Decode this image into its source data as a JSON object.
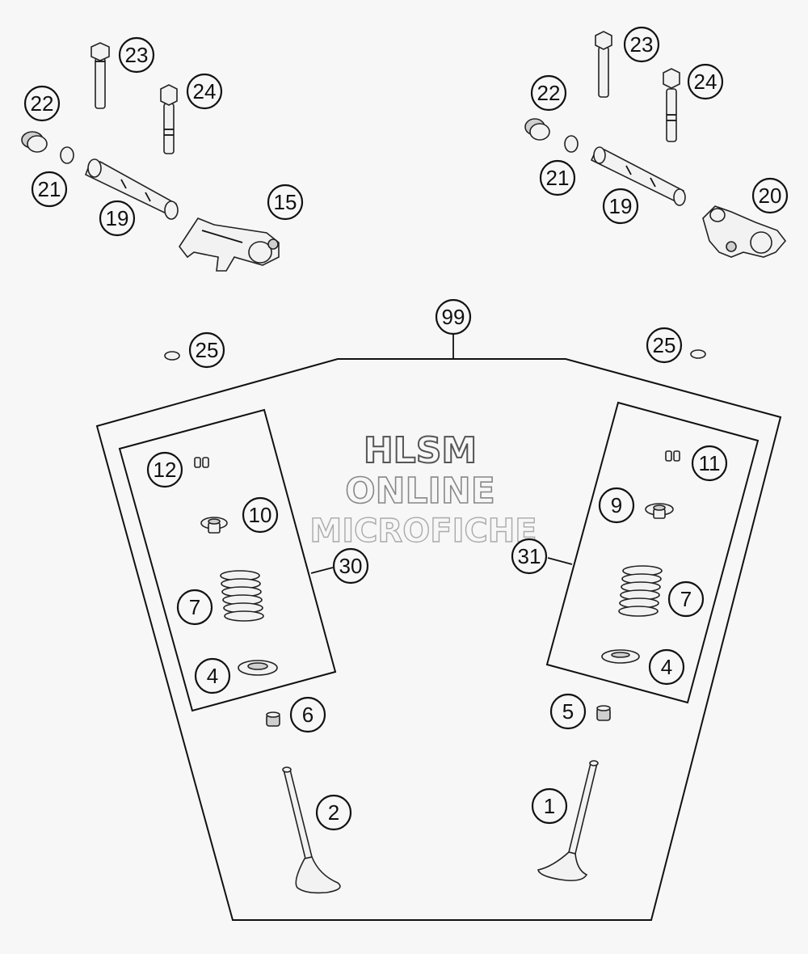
{
  "watermark": {
    "line1": "HLSM",
    "line2": "ONLINE",
    "line3": "MICROFICHE"
  },
  "callouts": {
    "c23_left": "23",
    "c24_left": "24",
    "c22_left": "22",
    "c21_left": "21",
    "c19_left": "19",
    "c15": "15",
    "c23_right": "23",
    "c24_right": "24",
    "c22_right": "22",
    "c21_right": "21",
    "c19_right": "19",
    "c20": "20",
    "c99": "99",
    "c25_left": "25",
    "c25_right": "25",
    "c12": "12",
    "c10": "10",
    "c30": "30",
    "c7_left": "7",
    "c4_left": "4",
    "c6": "6",
    "c2": "2",
    "c11": "11",
    "c9": "9",
    "c31": "31",
    "c7_right": "7",
    "c4_right": "4",
    "c5": "5",
    "c1": "1"
  },
  "colors": {
    "line": "#111111",
    "background": "#f7f7f7",
    "part_fill": "#f2f2f2",
    "watermark_stroke": "#777777"
  }
}
